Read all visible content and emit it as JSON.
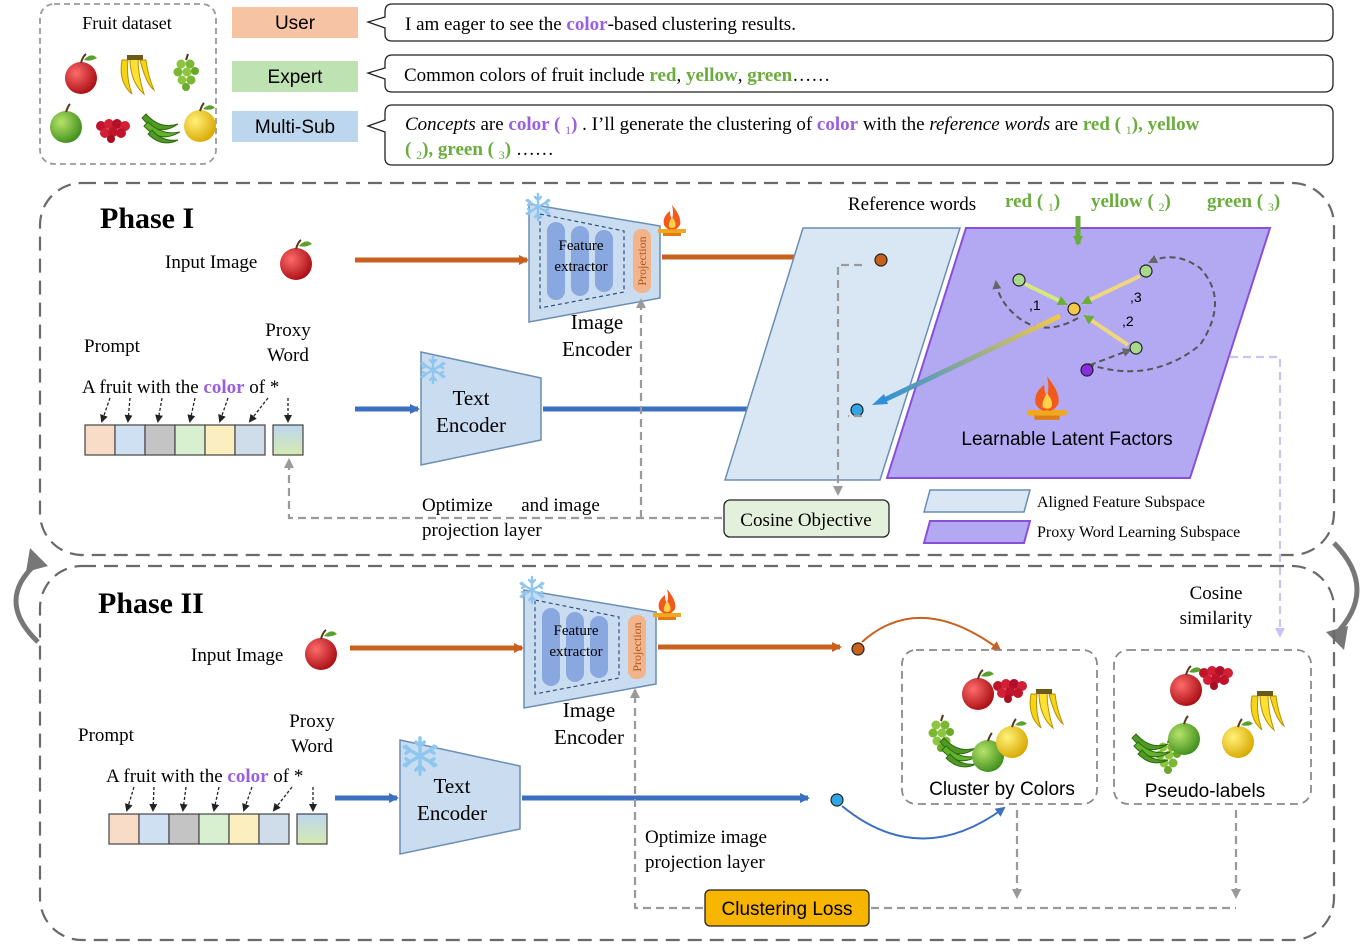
{
  "colors": {
    "orange_arrow": "#c8601e",
    "blue_arrow": "#3a6fc2",
    "green_word": "#6aad3c",
    "purple_word": "#9a5fe0",
    "encoder_fill": "#c9dcf0",
    "subspace_fill": "#d9e7f5",
    "latent_fill": "#b2a9f2",
    "latent_stroke": "#8a4fd8",
    "user_fill": "#f6c3a3",
    "expert_fill": "#bfe2b3",
    "multisub_fill": "#bcd6ee",
    "cosine_fill": "#e3f1dc",
    "loss_fill": "#f7b500"
  },
  "dataset": {
    "title": "Fruit dataset",
    "items": [
      "apple-icon",
      "banana-icon",
      "grape-icon",
      "green-apple-icon",
      "red-grape-icon",
      "green-banana-icon",
      "yellow-apple-icon"
    ]
  },
  "roles": {
    "user": "User",
    "expert": "Expert",
    "multisub": "Multi-Sub"
  },
  "messages": {
    "user": {
      "before": "I am eager to see the ",
      "highlight": "color",
      "after": "-based clustering results."
    },
    "expert": {
      "before": "Common colors of fruit include ",
      "w1": "red",
      "sep1": ", ",
      "w2": "yellow",
      "sep2": ", ",
      "w3": "green",
      "after": "……"
    },
    "multisub": {
      "italic1": "Concepts",
      "t1": " are ",
      "color1": "color ( ",
      "sub1": "1",
      "close1": ")",
      "t2": " . I’ll generate the clustering of ",
      "color2": "color",
      "t3": " with the ",
      "italic2": "reference words",
      "t4": " are ",
      "red": "red ( ",
      "rsub": "1",
      "rclose": ")",
      "comma1": ", ",
      "yellow": "yellow",
      "line2_open": "( ",
      "ysub": "2",
      "yclose": ")",
      "comma2": ", ",
      "green": "green ( ",
      "gsub": "3",
      "gclose": ")",
      "ellipsis": " ……"
    }
  },
  "phase1": {
    "title": "Phase I",
    "input_image": "Input Image",
    "feature_extractor": [
      "Feature",
      "extractor"
    ],
    "projection": "Projection",
    "image_encoder": [
      "Image",
      "Encoder"
    ],
    "prompt_label": "Prompt",
    "proxy_word": [
      "Proxy",
      "Word"
    ],
    "prompt_text": {
      "before": "A fruit with the ",
      "color": "color",
      "after": " of *"
    },
    "text_encoder": [
      "Text",
      "Encoder"
    ],
    "reference_words": "Reference words",
    "ref_red": "red ( ",
    "ref_red_sub": "1",
    "ref_red_close": ")",
    "ref_yellow": "yellow ( ",
    "ref_yellow_sub": "2",
    "ref_yellow_close": ")",
    "ref_green": "green ( ",
    "ref_green_sub": "3",
    "ref_green_close": ")",
    "factor_labels": [
      ",1",
      ",3",
      ",2"
    ],
    "latent_label": "Learnable Latent Factors",
    "cosine_objective": "Cosine Objective",
    "optimize": [
      "Optimize      and image",
      "projection layer"
    ],
    "legend": [
      "Aligned Feature Subspace",
      "Proxy Word Learning Subspace"
    ]
  },
  "phase2": {
    "title": "Phase II",
    "input_image": "Input Image",
    "feature_extractor": [
      "Feature",
      "extractor"
    ],
    "projection": "Projection",
    "image_encoder": [
      "Image",
      "Encoder"
    ],
    "prompt_label": "Prompt",
    "proxy_word": [
      "Proxy",
      "Word"
    ],
    "prompt_text": {
      "before": "A fruit with the ",
      "color": "color",
      "after": " of *"
    },
    "text_encoder": [
      "Text",
      "Encoder"
    ],
    "optimize": [
      "Optimize image",
      "projection layer"
    ],
    "cluster_label": "Cluster by Colors",
    "pseudo_label": "Pseudo-labels",
    "cosine_similarity": [
      "Cosine",
      "similarity"
    ],
    "clustering_loss": "Clustering Loss"
  }
}
